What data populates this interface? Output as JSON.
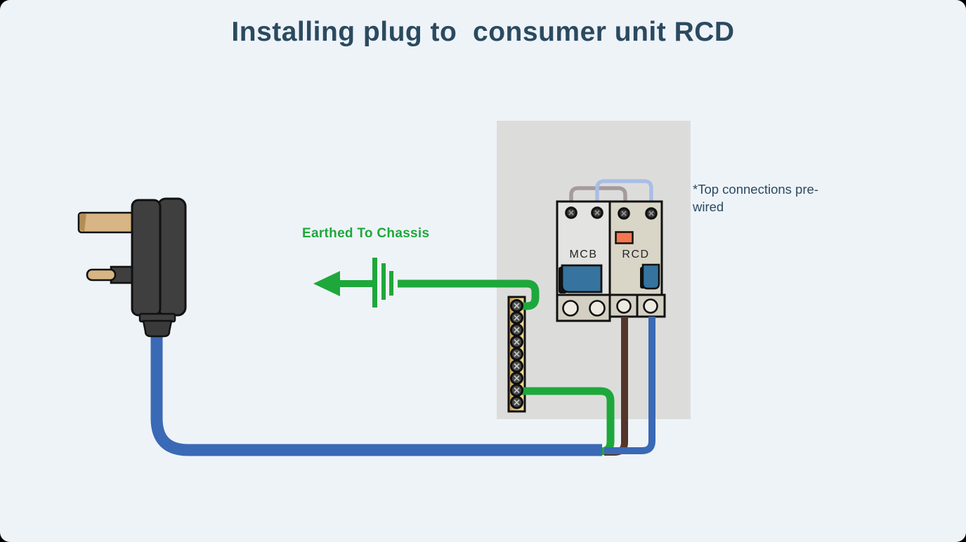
{
  "title": "Installing plug to  consumer unit RCD",
  "labels": {
    "earth_arrow": "Earthed To Chassis",
    "breaker_mcb": "MCB",
    "breaker_rcd": "RCD",
    "note_line1": "*Top connections pre-",
    "note_line2": "wired"
  },
  "diagram": {
    "consumer_unit": {
      "breakers": [
        {
          "label": "MCB",
          "toggle_color": "#36739f"
        },
        {
          "label": "RCD",
          "toggle_color": "#36739f",
          "test_button_color": "#f4764f"
        }
      ],
      "earth_terminal_screw_count": 9,
      "bottom_terminal_hole_count": 4,
      "pre_wired_top_connections": 2
    },
    "plug": {
      "type": "uk-3-pin-plug",
      "pin_count_visible": 2
    },
    "wires": [
      {
        "name": "earth-wire",
        "color": "#1ea83b"
      },
      {
        "name": "live-wire",
        "color": "#53352c"
      },
      {
        "name": "neutral-wire",
        "color": "#3a69b5"
      },
      {
        "name": "pre-wired-top-link-1",
        "color": "#a59a9c"
      },
      {
        "name": "pre-wired-top-link-2",
        "color": "#a9bde6"
      },
      {
        "name": "main-cable",
        "color": "#3a69b5"
      }
    ],
    "colors": {
      "background": "#eef3f8",
      "panel": "#dcdddb",
      "mcb_body": "#e3e3e1",
      "rcd_body": "#d9d5c7",
      "terminal_strip": "#d3d0c3",
      "earth_bar_gold_dark": "#b9914a",
      "earth_bar_gold_light": "#f2dc92",
      "plug_body": "#3f3f3f",
      "pin_brass": "#d7b584",
      "title_text": "#2b4a5f",
      "earth_green": "#1ea83b",
      "outline": "#111111"
    }
  }
}
